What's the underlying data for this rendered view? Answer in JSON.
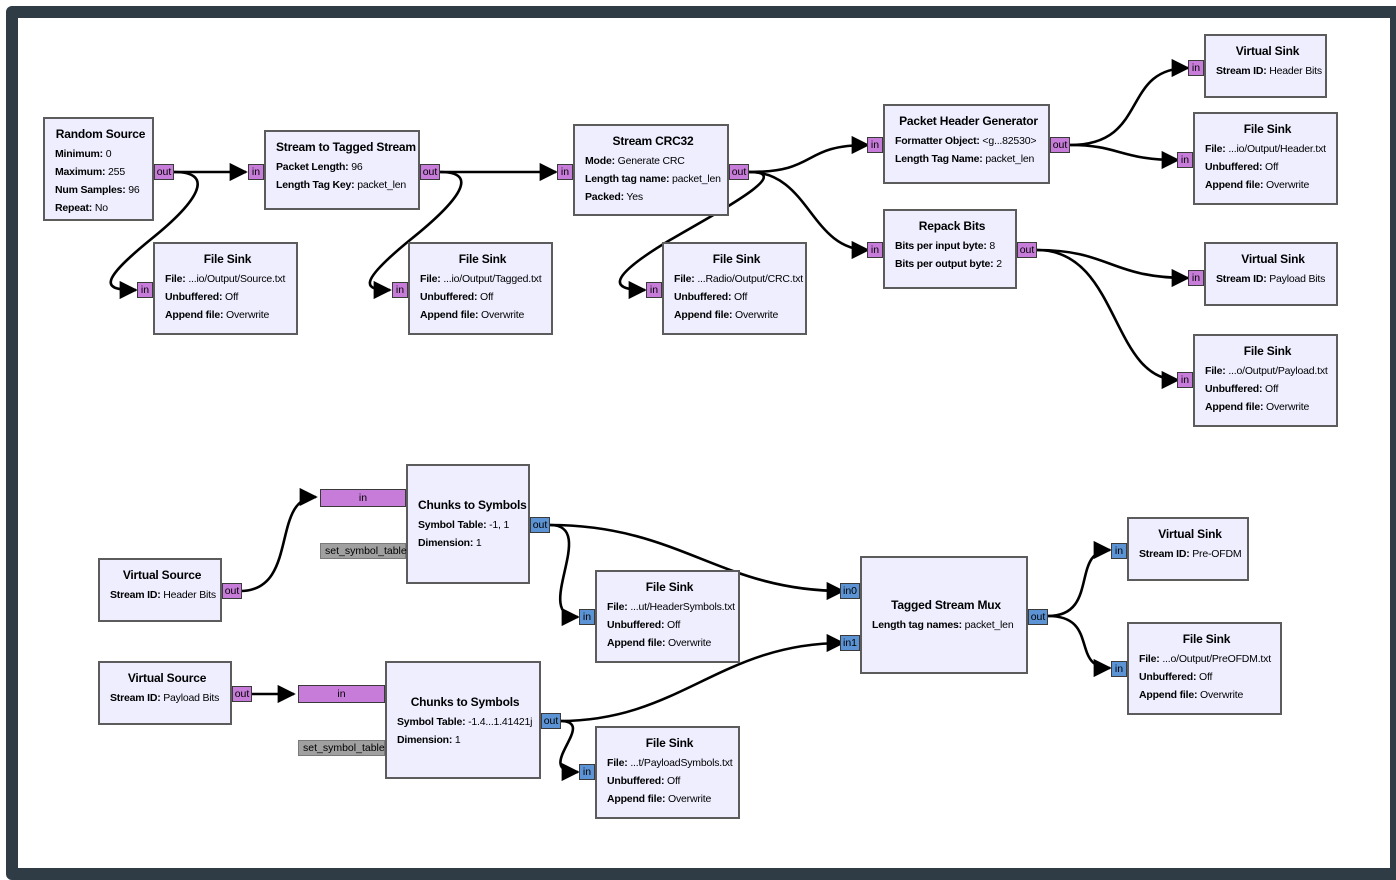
{
  "blocks": {
    "random_source": {
      "title": "Random Source",
      "p1_k": "Minimum:",
      "p1_v": "0",
      "p2_k": "Maximum:",
      "p2_v": "255",
      "p3_k": "Num Samples:",
      "p3_v": "96",
      "p4_k": "Repeat:",
      "p4_v": "No"
    },
    "stream_to_tagged": {
      "title": "Stream to Tagged Stream",
      "p1_k": "Packet Length:",
      "p1_v": "96",
      "p2_k": "Length Tag Key:",
      "p2_v": "packet_len"
    },
    "stream_crc32": {
      "title": "Stream CRC32",
      "p1_k": "Mode:",
      "p1_v": "Generate CRC",
      "p2_k": "Length tag name:",
      "p2_v": "packet_len",
      "p3_k": "Packed:",
      "p3_v": "Yes"
    },
    "packet_header_gen": {
      "title": "Packet Header Generator",
      "p1_k": "Formatter Object:",
      "p1_v": "<g...82530>",
      "p2_k": "Length Tag Name:",
      "p2_v": "packet_len"
    },
    "repack_bits": {
      "title": "Repack Bits",
      "p1_k": "Bits per input byte:",
      "p1_v": "8",
      "p2_k": "Bits per output byte:",
      "p2_v": "2"
    },
    "vsink_header": {
      "title": "Virtual Sink",
      "p1_k": "Stream ID:",
      "p1_v": "Header Bits"
    },
    "fsink_header": {
      "title": "File Sink",
      "p1_k": "File:",
      "p1_v": "...io/Output/Header.txt",
      "p2_k": "Unbuffered:",
      "p2_v": "Off",
      "p3_k": "Append file:",
      "p3_v": "Overwrite"
    },
    "vsink_payload": {
      "title": "Virtual Sink",
      "p1_k": "Stream ID:",
      "p1_v": "Payload Bits"
    },
    "fsink_payload": {
      "title": "File Sink",
      "p1_k": "File:",
      "p1_v": "...o/Output/Payload.txt",
      "p2_k": "Unbuffered:",
      "p2_v": "Off",
      "p3_k": "Append file:",
      "p3_v": "Overwrite"
    },
    "fsink_source": {
      "title": "File Sink",
      "p1_k": "File:",
      "p1_v": "...io/Output/Source.txt",
      "p2_k": "Unbuffered:",
      "p2_v": "Off",
      "p3_k": "Append file:",
      "p3_v": "Overwrite"
    },
    "fsink_tagged": {
      "title": "File Sink",
      "p1_k": "File:",
      "p1_v": "...io/Output/Tagged.txt",
      "p2_k": "Unbuffered:",
      "p2_v": "Off",
      "p3_k": "Append file:",
      "p3_v": "Overwrite"
    },
    "fsink_crc": {
      "title": "File Sink",
      "p1_k": "File:",
      "p1_v": "...Radio/Output/CRC.txt",
      "p2_k": "Unbuffered:",
      "p2_v": "Off",
      "p3_k": "Append file:",
      "p3_v": "Overwrite"
    },
    "vsource_header": {
      "title": "Virtual Source",
      "p1_k": "Stream ID:",
      "p1_v": "Header Bits"
    },
    "chunks_header": {
      "title": "Chunks to Symbols",
      "p1_k": "Symbol Table:",
      "p1_v": "-1, 1",
      "p2_k": "Dimension:",
      "p2_v": "1"
    },
    "fsink_headersym": {
      "title": "File Sink",
      "p1_k": "File:",
      "p1_v": "...ut/HeaderSymbols.txt",
      "p2_k": "Unbuffered:",
      "p2_v": "Off",
      "p3_k": "Append file:",
      "p3_v": "Overwrite"
    },
    "vsource_payload": {
      "title": "Virtual Source",
      "p1_k": "Stream ID:",
      "p1_v": "Payload Bits"
    },
    "chunks_payload": {
      "title": "Chunks to Symbols",
      "p1_k": "Symbol Table:",
      "p1_v": "-1.4...1.41421j",
      "p2_k": "Dimension:",
      "p2_v": "1"
    },
    "fsink_payloadsym": {
      "title": "File Sink",
      "p1_k": "File:",
      "p1_v": "...t/PayloadSymbols.txt",
      "p2_k": "Unbuffered:",
      "p2_v": "Off",
      "p3_k": "Append file:",
      "p3_v": "Overwrite"
    },
    "tagged_mux": {
      "title": "Tagged Stream Mux",
      "p1_k": "Length tag names:",
      "p1_v": "packet_len"
    },
    "vsink_preofdm": {
      "title": "Virtual Sink",
      "p1_k": "Stream ID:",
      "p1_v": "Pre-OFDM"
    },
    "fsink_preofdm": {
      "title": "File Sink",
      "p1_k": "File:",
      "p1_v": "...o/Output/PreOFDM.txt",
      "p2_k": "Unbuffered:",
      "p2_v": "Off",
      "p3_k": "Append file:",
      "p3_v": "Overwrite"
    }
  },
  "ports": {
    "in": "in",
    "out": "out",
    "in0": "in0",
    "in1": "in1"
  },
  "msg_ports": {
    "set_symbol_table": "set_symbol_table"
  },
  "colors": {
    "byte_port": "#c77cd9",
    "complex_port": "#5b93d4",
    "block_fill": "#eeeeff",
    "frame": "#2f3c46"
  }
}
